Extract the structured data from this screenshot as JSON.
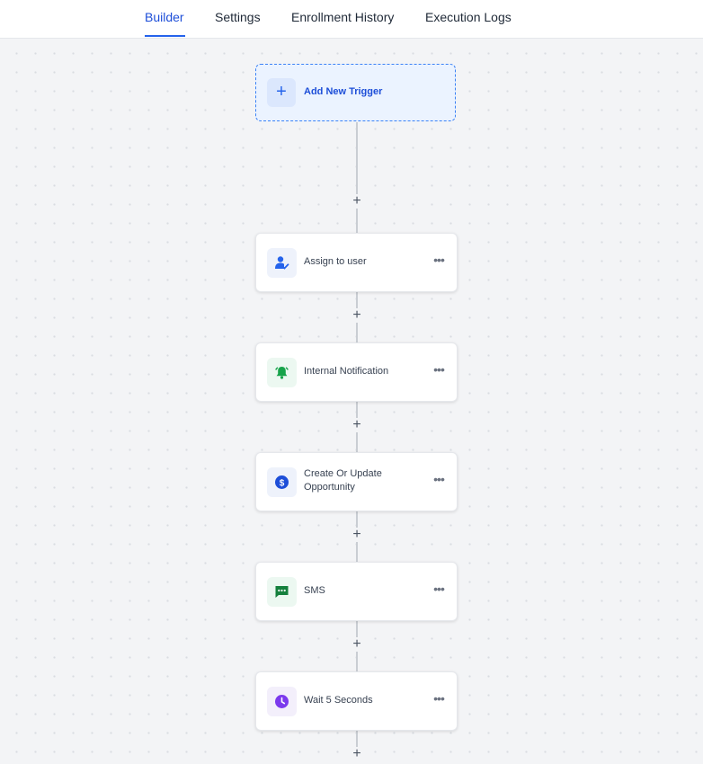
{
  "tabs": [
    {
      "label": "Builder",
      "active": true
    },
    {
      "label": "Settings",
      "active": false
    },
    {
      "label": "Enrollment History",
      "active": false
    },
    {
      "label": "Execution Logs",
      "active": false
    }
  ],
  "trigger": {
    "label": "Add New Trigger",
    "icon": "plus-icon"
  },
  "plus_symbol": "+",
  "more_symbol": "•••",
  "actions": [
    {
      "label": "Assign to user",
      "icon": "user-check-icon",
      "color": "#2563eb",
      "bg": "#eef2fb"
    },
    {
      "label": "Internal Notification",
      "icon": "bell-icon",
      "color": "#16a34a",
      "bg": "#ecf8f1"
    },
    {
      "label": "Create Or Update Opportunity",
      "icon": "dollar-icon",
      "color": "#1d4ed8",
      "bg": "#eef2fb"
    },
    {
      "label": "SMS",
      "icon": "message-icon",
      "color": "#15803d",
      "bg": "#ecf8f1"
    },
    {
      "label": "Wait 5 Seconds",
      "icon": "clock-icon",
      "color": "#7c3aed",
      "bg": "#f3effb"
    }
  ]
}
